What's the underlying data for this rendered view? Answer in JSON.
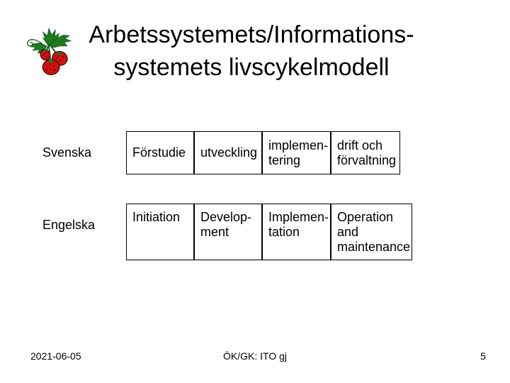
{
  "slide": {
    "title": "Arbetssystemets/Informations-\nsystemets livscykelmodell"
  },
  "table": {
    "rows": [
      {
        "language_label": "Svenska",
        "cells": [
          "Förstudie",
          "utveckling",
          "implemen-\ntering",
          "drift och\nförvaltning"
        ]
      },
      {
        "language_label": "Engelska",
        "cells": [
          "Initiation",
          "Develop-\nment",
          "Implemen-\ntation",
          "Operation\nand\nmaintenance"
        ]
      }
    ]
  },
  "footer": {
    "date": "2021-06-05",
    "credit": "ÖK/GK: ITO gj",
    "page_number": "5"
  },
  "icons": {
    "logo": "strawberries-icon"
  },
  "colors": {
    "background": "#ffffff",
    "text": "#000000",
    "box_border": "#000000",
    "berry_red": "#cc1111",
    "leaf_green": "#1f7a1f"
  }
}
